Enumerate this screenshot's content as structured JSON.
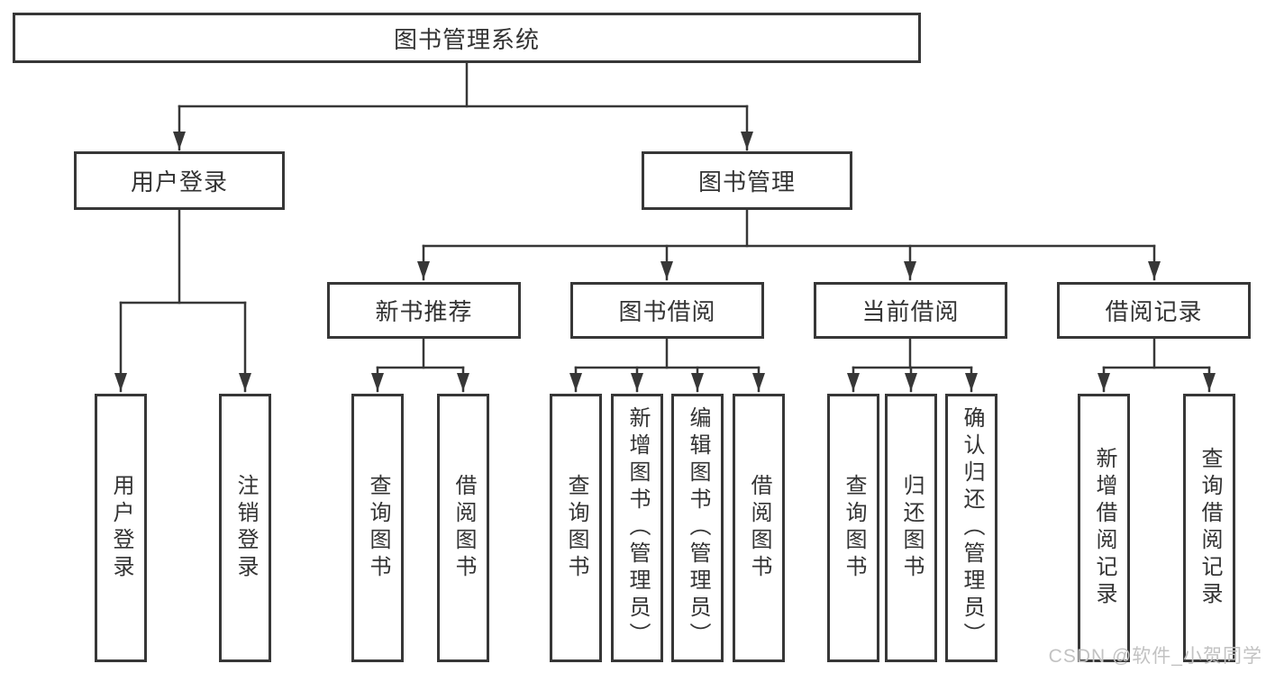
{
  "diagram": {
    "root": {
      "label": "图书管理系统"
    },
    "branches": [
      {
        "label": "用户登录",
        "leaves": [
          {
            "label": "用户登录"
          },
          {
            "label": "注销登录"
          }
        ]
      },
      {
        "label": "图书管理",
        "groups": [
          {
            "label": "新书推荐",
            "leaves": [
              {
                "label": "查询图书"
              },
              {
                "label": "借阅图书"
              }
            ]
          },
          {
            "label": "图书借阅",
            "leaves": [
              {
                "label": "查询图书"
              },
              {
                "label": "新增图书（管理员）"
              },
              {
                "label": "编辑图书（管理员）"
              },
              {
                "label": "借阅图书"
              }
            ]
          },
          {
            "label": "当前借阅",
            "leaves": [
              {
                "label": "查询图书"
              },
              {
                "label": "归还图书"
              },
              {
                "label": "确认归还（管理员）"
              }
            ]
          },
          {
            "label": "借阅记录",
            "leaves": [
              {
                "label": "新增借阅记录"
              },
              {
                "label": "查询借阅记录"
              }
            ]
          }
        ]
      }
    ]
  },
  "watermark": "CSDN @软件_小贺同学",
  "colors": {
    "line": "#373737",
    "text": "#333333",
    "background": "#ffffff",
    "watermark": "#c2c2c2"
  }
}
